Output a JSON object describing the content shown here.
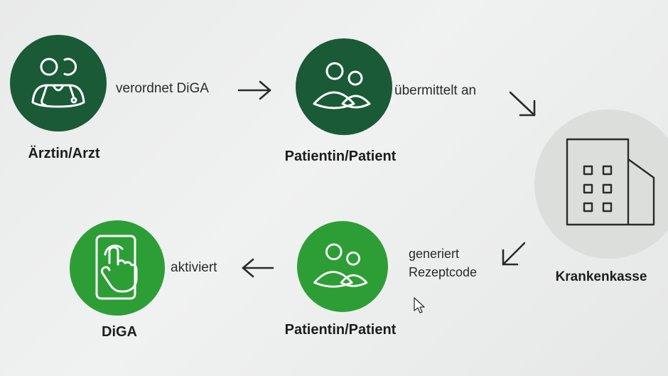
{
  "colors": {
    "dark_green": "#1a5a37",
    "light_green": "#2d9e36",
    "insurer_circle": "#dcdedc",
    "text": "#1d1d1d"
  },
  "nodes": {
    "doctor": {
      "label": "Ärztin/Arzt",
      "icon": "doctor-icon"
    },
    "patient_top": {
      "label": "Patientin/Patient",
      "icon": "people-icon"
    },
    "insurer": {
      "label": "Krankenkasse",
      "icon": "building-icon"
    },
    "patient_bottom": {
      "label": "Patientin/Patient",
      "icon": "people-icon"
    },
    "diga": {
      "label": "DiGA",
      "icon": "phone-tap-icon"
    }
  },
  "edges": {
    "doctor_to_patient": "verordnet DiGA",
    "patient_to_insurer": "übermittelt an",
    "insurer_to_patient": {
      "line1": "generiert",
      "line2": "Rezeptcode"
    },
    "patient_to_diga": "aktiviert"
  }
}
